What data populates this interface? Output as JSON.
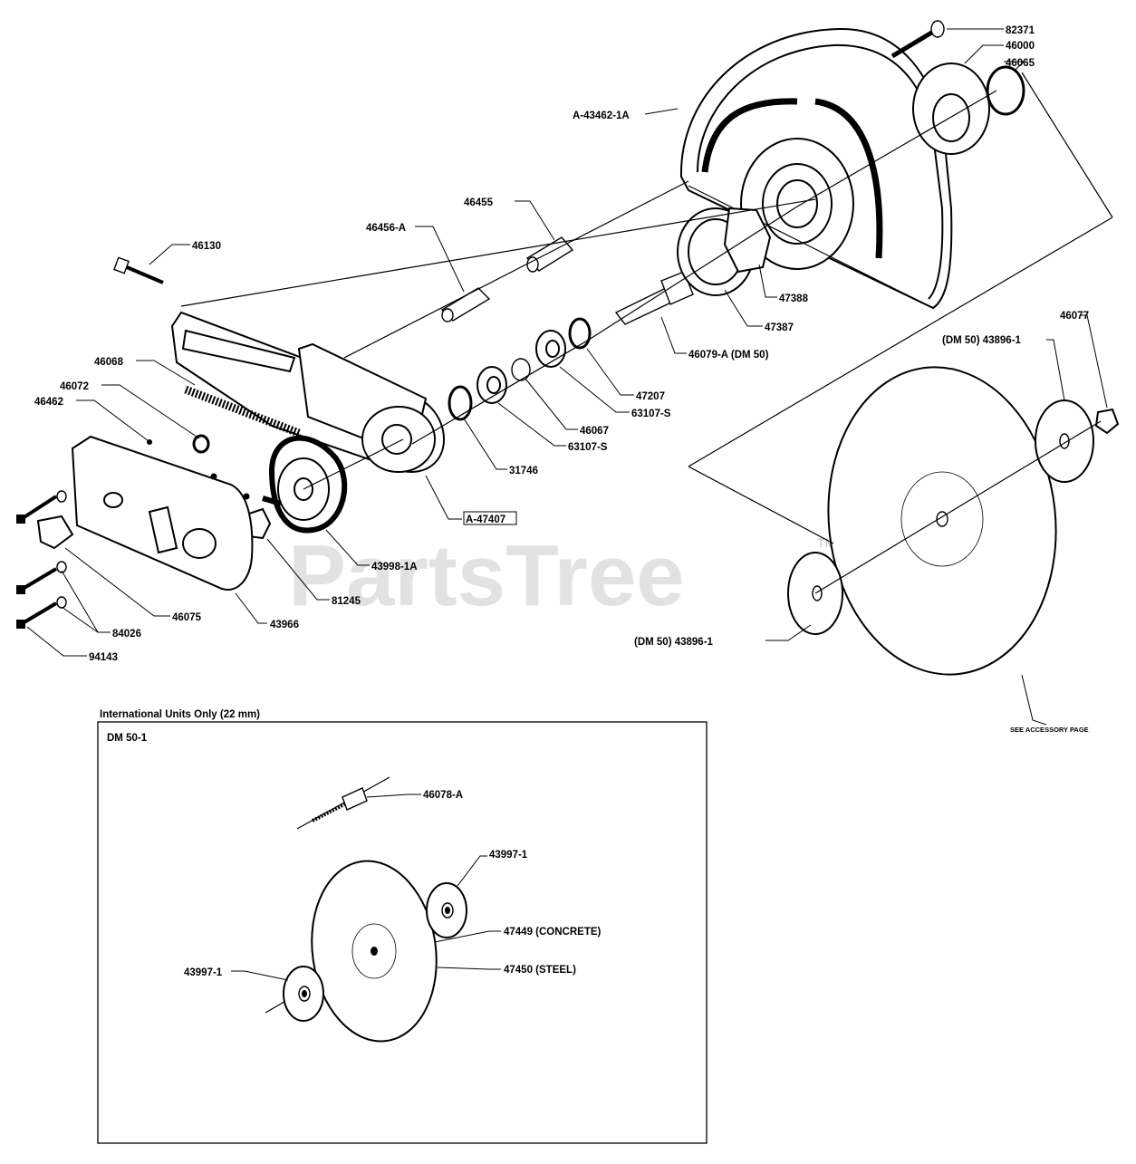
{
  "watermark": {
    "text": "PartsTree",
    "tm": "TM"
  },
  "labels": {
    "p82371": "82371",
    "p46000": "46000",
    "p46065": "46065",
    "a43462": "A-43462-1A",
    "p46455": "46455",
    "p46456": "46456-A",
    "p46130": "46130",
    "p47388": "47388",
    "p47387": "47387",
    "p46077": "46077",
    "p46079": "46079-A (DM 50)",
    "dm50_43896_top": "(DM 50) 43896-1",
    "p46068": "46068",
    "p47207": "47207",
    "p46072": "46072",
    "p63107a": "63107-S",
    "p46462": "46462",
    "p46067": "46067",
    "p63107b": "63107-S",
    "p31746": "31746",
    "a47407": "A-47407",
    "p43998": "43998-1A",
    "p81245": "81245",
    "p46075": "46075",
    "p43966": "43966",
    "p84026": "84026",
    "p94143": "94143",
    "dm50_43896_bot": "(DM 50) 43896-1",
    "see_accessory": "SEE ACCESSORY PAGE"
  },
  "inset": {
    "heading": "International Units Only (22 mm)",
    "model": "DM 50-1",
    "p46078": "46078-A",
    "p43997a": "43997-1",
    "p47449": "47449 (CONCRETE)",
    "p47450": "47450 (STEEL)",
    "p43997b": "43997-1"
  }
}
